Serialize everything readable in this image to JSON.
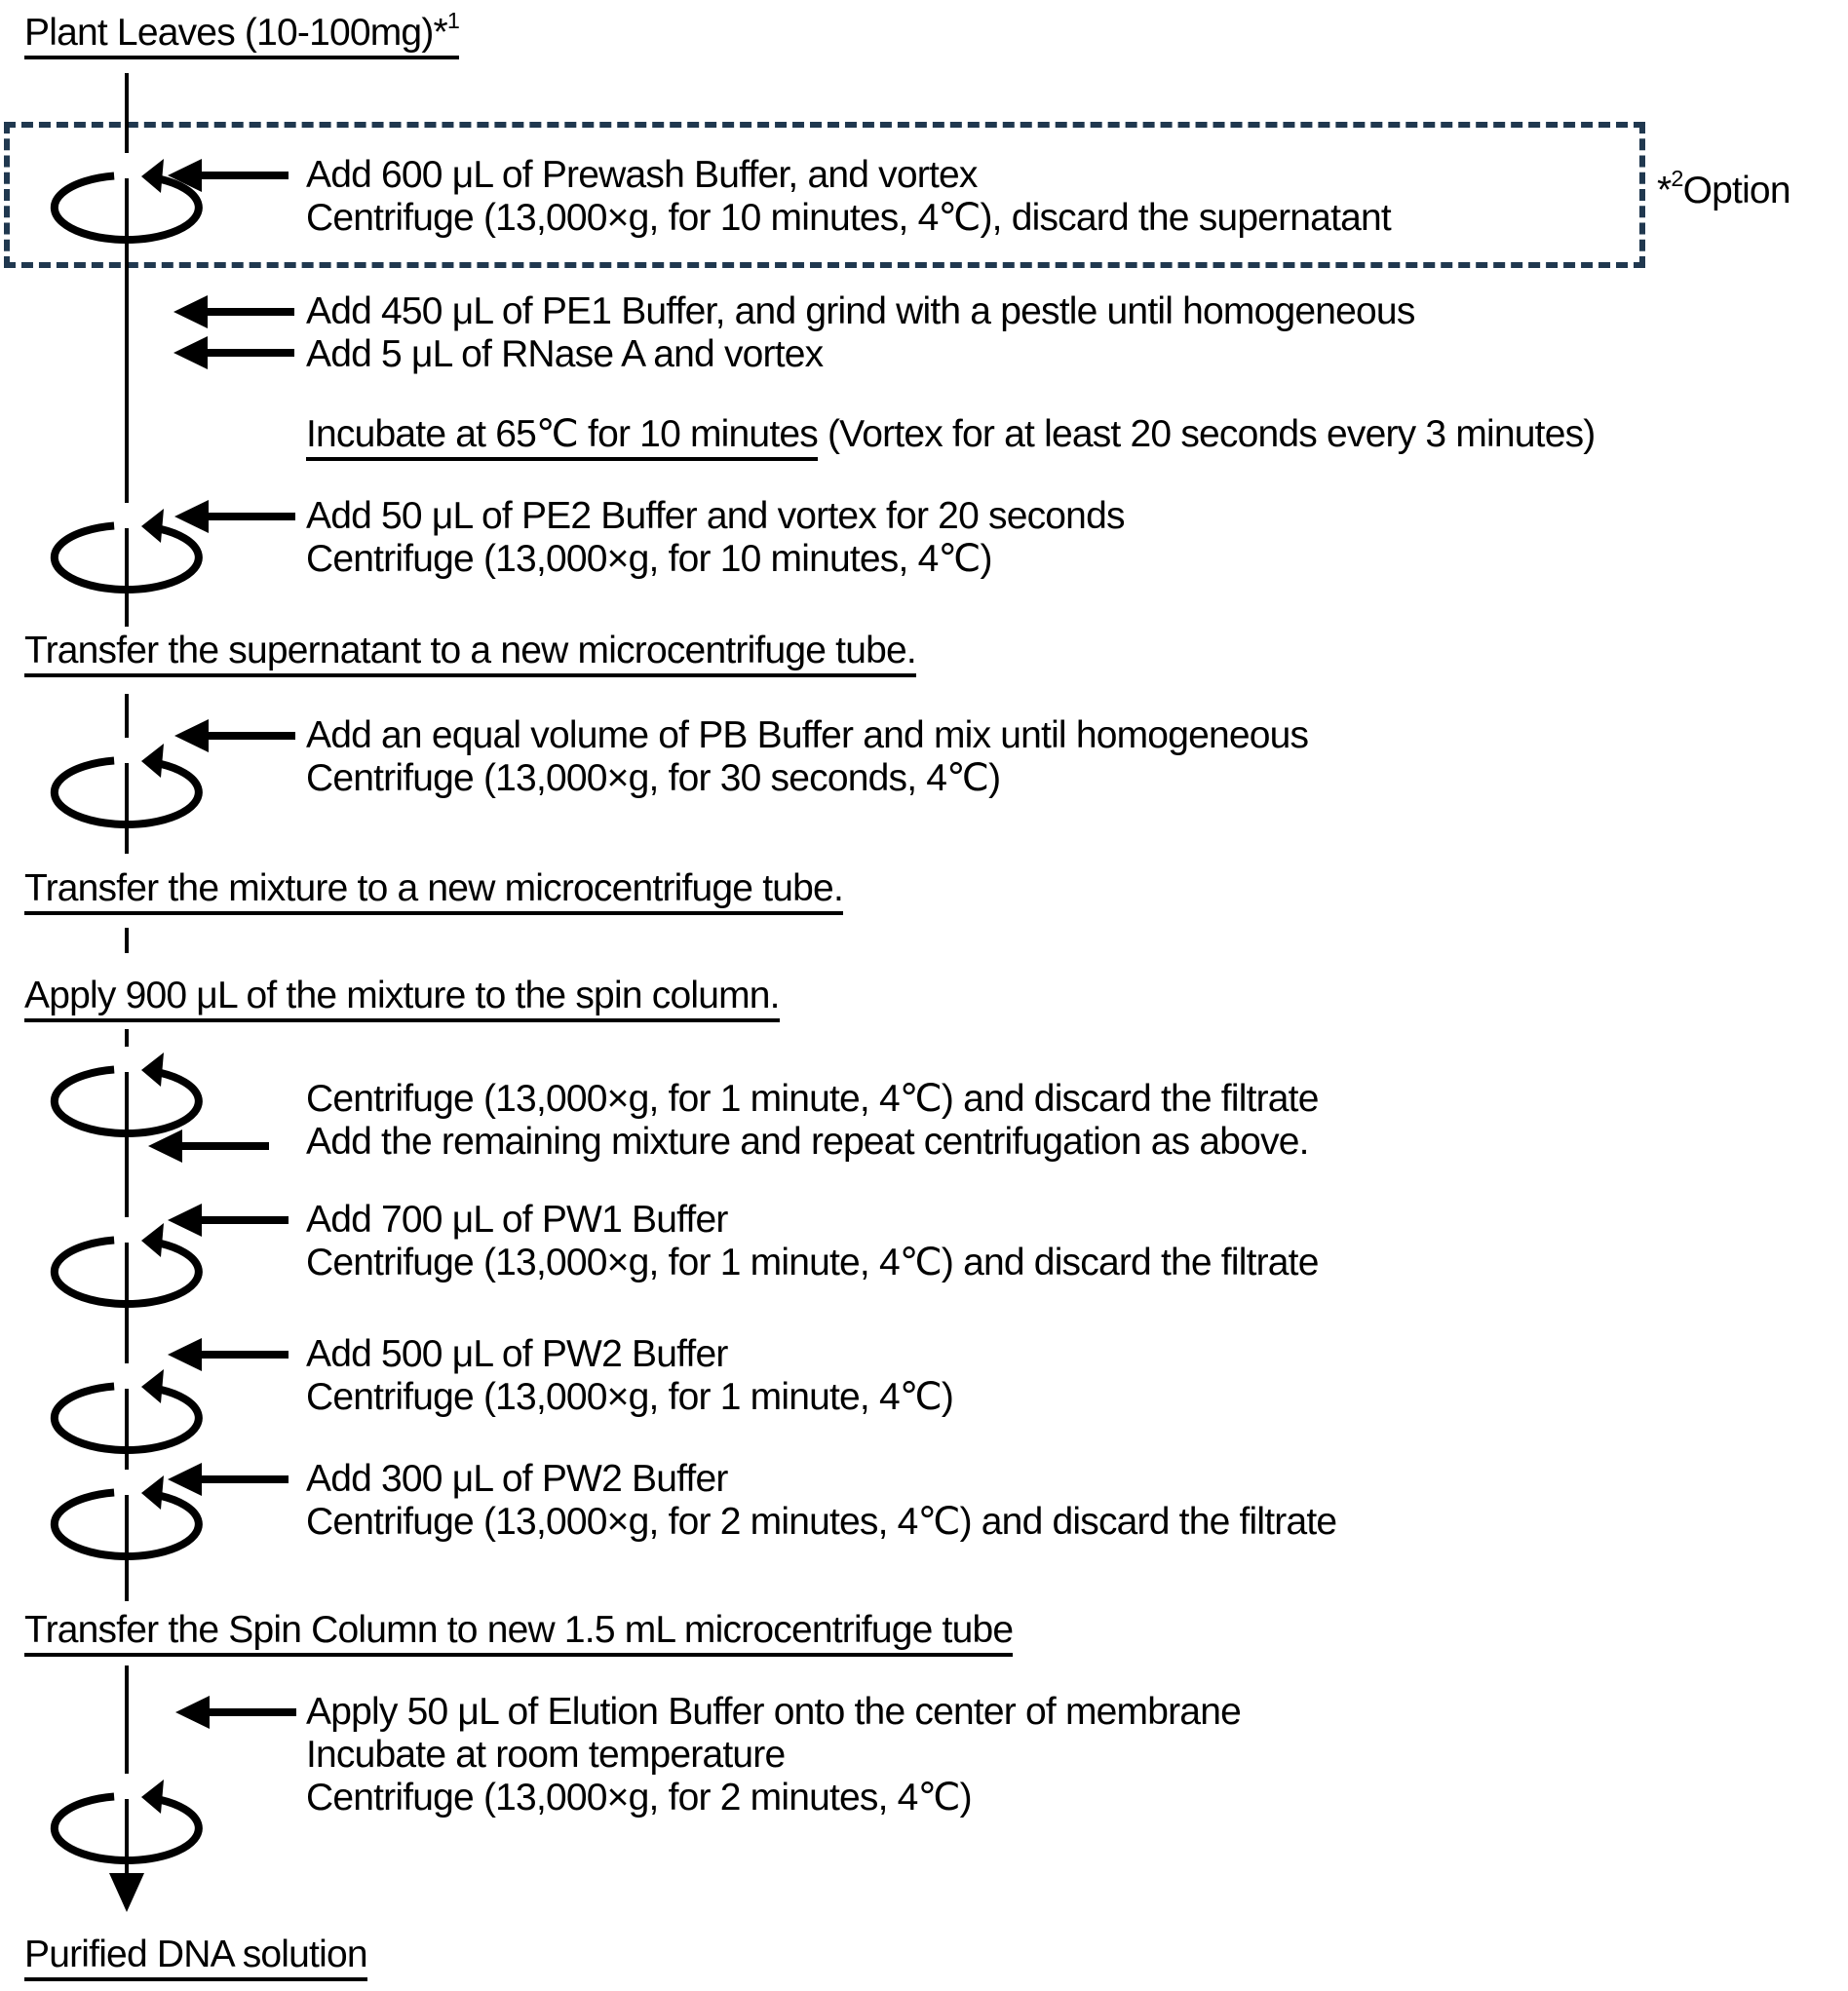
{
  "colors": {
    "background": "#ffffff",
    "text": "#000000",
    "option_box_border": "#20384f"
  },
  "title": {
    "text": "Plant Leaves (10-100mg)*",
    "sup": "1"
  },
  "option_box": {
    "label": {
      "star": "*",
      "sup": "2",
      "text": "Option"
    },
    "step": {
      "line1": "Add 600 μL of Prewash Buffer, and vortex",
      "line2": "Centrifuge (13,000×g, for 10 minutes, 4℃), discard the supernatant"
    }
  },
  "steps": {
    "pe1": {
      "line1": "Add 450 μL of PE1 Buffer, and grind with a pestle until homogeneous",
      "line2": "Add 5 μL of RNase A and vortex"
    },
    "incubate": {
      "underlined": "Incubate at 65℃ for 10 minutes",
      "rest": " (Vortex for at least 20 seconds every 3 minutes)"
    },
    "pe2": {
      "line1": "Add 50 μL of PE2 Buffer and vortex for 20 seconds",
      "line2": "Centrifuge (13,000×g, for 10 minutes, 4℃)"
    },
    "transfer_supernatant": "Transfer the supernatant to a new microcentrifuge tube.",
    "pb": {
      "line1": "Add an equal volume of PB Buffer and mix until homogeneous",
      "line2": "Centrifuge (13,000×g, for 30 seconds, 4℃)"
    },
    "transfer_mixture": "Transfer the mixture to a new microcentrifuge tube.",
    "apply_mixture": "Apply 900 μL of the mixture to the spin column.",
    "spin1": {
      "line1": "Centrifuge (13,000×g, for 1 minute, 4℃) and discard the filtrate",
      "line2": "Add the remaining mixture and repeat centrifugation as above."
    },
    "pw1": {
      "line1": "Add 700 μL of PW1 Buffer",
      "line2": "Centrifuge (13,000×g, for 1 minute, 4℃) and discard the filtrate"
    },
    "pw2_500": {
      "line1": "Add 500 μL of PW2 Buffer",
      "line2": "Centrifuge (13,000×g, for 1 minute, 4℃)"
    },
    "pw2_300": {
      "line1": "Add 300 μL of PW2 Buffer",
      "line2": "Centrifuge (13,000×g, for 2 minutes, 4℃) and discard the filtrate"
    },
    "transfer_spin_column": "Transfer the Spin Column to new 1.5 mL microcentrifuge tube",
    "elution": {
      "line1": "Apply 50 μL of Elution Buffer onto the center of membrane",
      "line2": "Incubate at room temperature",
      "line3": "Centrifuge (13,000×g, for 2 minutes, 4℃)"
    },
    "result": "Purified DNA solution"
  },
  "icons": {
    "centrifuge": "centrifuge-rotation-ellipse-arrow",
    "instruction_arrow": "left-pointing-arrow",
    "flow_terminal": "down-pointing-arrow"
  }
}
